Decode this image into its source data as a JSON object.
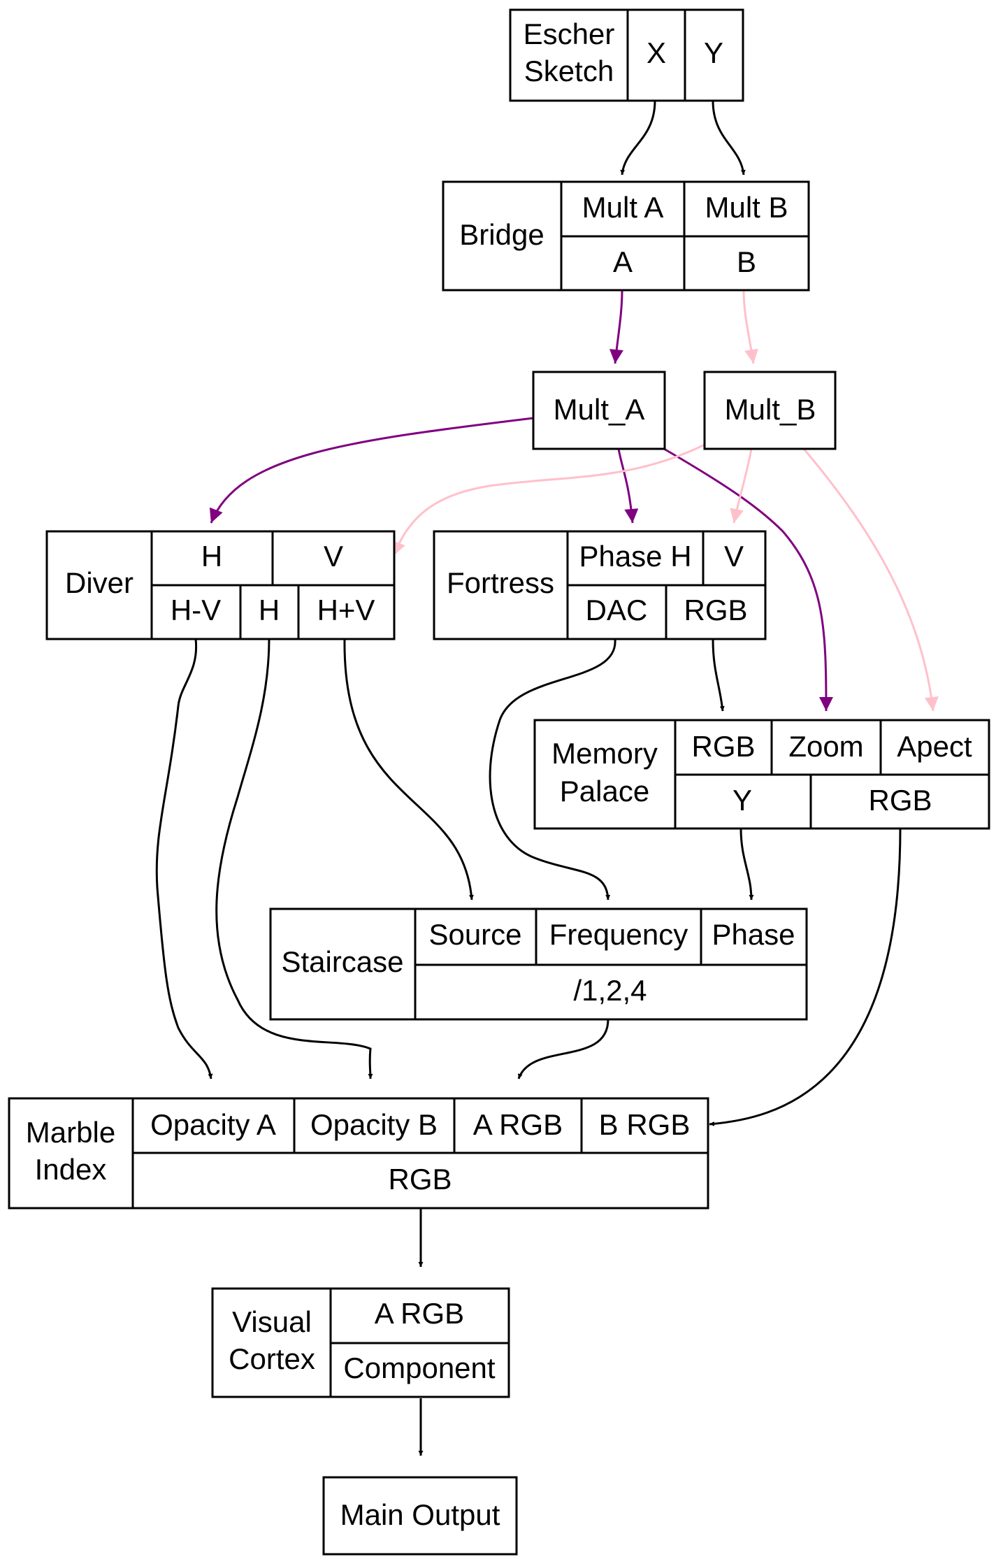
{
  "colors": {
    "black": "#000000",
    "purple": "#800080",
    "pink": "#ffc0cb"
  },
  "nodes": {
    "escher": {
      "title": [
        "Escher",
        "Sketch"
      ],
      "x": "X",
      "y": "Y"
    },
    "bridge": {
      "title": "Bridge",
      "in_a": "Mult A",
      "in_b": "Mult B",
      "out_a": "A",
      "out_b": "B"
    },
    "mult_a": {
      "title": "Mult_A"
    },
    "mult_b": {
      "title": "Mult_B"
    },
    "diver": {
      "title": "Diver",
      "in_h": "H",
      "in_v": "V",
      "out_hmv": "H-V",
      "out_h": "H",
      "out_hpv": "H+V"
    },
    "fortress": {
      "title": "Fortress",
      "in_phase_h": "Phase H",
      "in_v": "V",
      "out_dac": "DAC",
      "out_rgb": "RGB"
    },
    "memory": {
      "title": [
        "Memory",
        "Palace"
      ],
      "in_rgb": "RGB",
      "in_zoom": "Zoom",
      "in_apect": "Apect",
      "out_y": "Y",
      "out_rgb": "RGB"
    },
    "staircase": {
      "title": "Staircase",
      "in_source": "Source",
      "in_frequency": "Frequency",
      "in_phase": "Phase",
      "out_div": "/1,2,4"
    },
    "marble": {
      "title": [
        "Marble",
        "Index"
      ],
      "in_opacity_a": "Opacity A",
      "in_opacity_b": "Opacity B",
      "in_a_rgb": "A RGB",
      "in_b_rgb": "B RGB",
      "out_rgb": "RGB"
    },
    "cortex": {
      "title": [
        "Visual",
        "Cortex"
      ],
      "in_a_rgb": "A RGB",
      "out_component": "Component"
    },
    "output": {
      "title": "Main Output"
    }
  },
  "edges": [
    {
      "from": "Escher Sketch X",
      "to": "Bridge Mult A",
      "color": "black"
    },
    {
      "from": "Escher Sketch Y",
      "to": "Bridge Mult B",
      "color": "black"
    },
    {
      "from": "Bridge A",
      "to": "Mult_A",
      "color": "purple"
    },
    {
      "from": "Bridge B",
      "to": "Mult_B",
      "color": "pink"
    },
    {
      "from": "Mult_A",
      "to": "Diver H",
      "color": "purple"
    },
    {
      "from": "Mult_A",
      "to": "Fortress Phase H",
      "color": "purple"
    },
    {
      "from": "Mult_A",
      "to": "Memory Palace Zoom",
      "color": "purple"
    },
    {
      "from": "Mult_B",
      "to": "Diver V",
      "color": "pink"
    },
    {
      "from": "Mult_B",
      "to": "Fortress V",
      "color": "pink"
    },
    {
      "from": "Mult_B",
      "to": "Memory Palace Apect",
      "color": "pink"
    },
    {
      "from": "Fortress RGB",
      "to": "Memory Palace RGB",
      "color": "black"
    },
    {
      "from": "Fortress DAC",
      "to": "Staircase Frequency",
      "color": "black"
    },
    {
      "from": "Diver H+V",
      "to": "Staircase Source",
      "color": "black"
    },
    {
      "from": "Memory Palace Y",
      "to": "Staircase Phase",
      "color": "black"
    },
    {
      "from": "Diver H-V",
      "to": "Marble Index Opacity A",
      "color": "black"
    },
    {
      "from": "Diver H",
      "to": "Marble Index Opacity B",
      "color": "black"
    },
    {
      "from": "Staircase /1,2,4",
      "to": "Marble Index A RGB",
      "color": "black"
    },
    {
      "from": "Memory Palace RGB",
      "to": "Marble Index B RGB",
      "color": "black"
    },
    {
      "from": "Marble Index RGB",
      "to": "Visual Cortex A RGB",
      "color": "black"
    },
    {
      "from": "Visual Cortex Component",
      "to": "Main Output",
      "color": "black"
    }
  ]
}
